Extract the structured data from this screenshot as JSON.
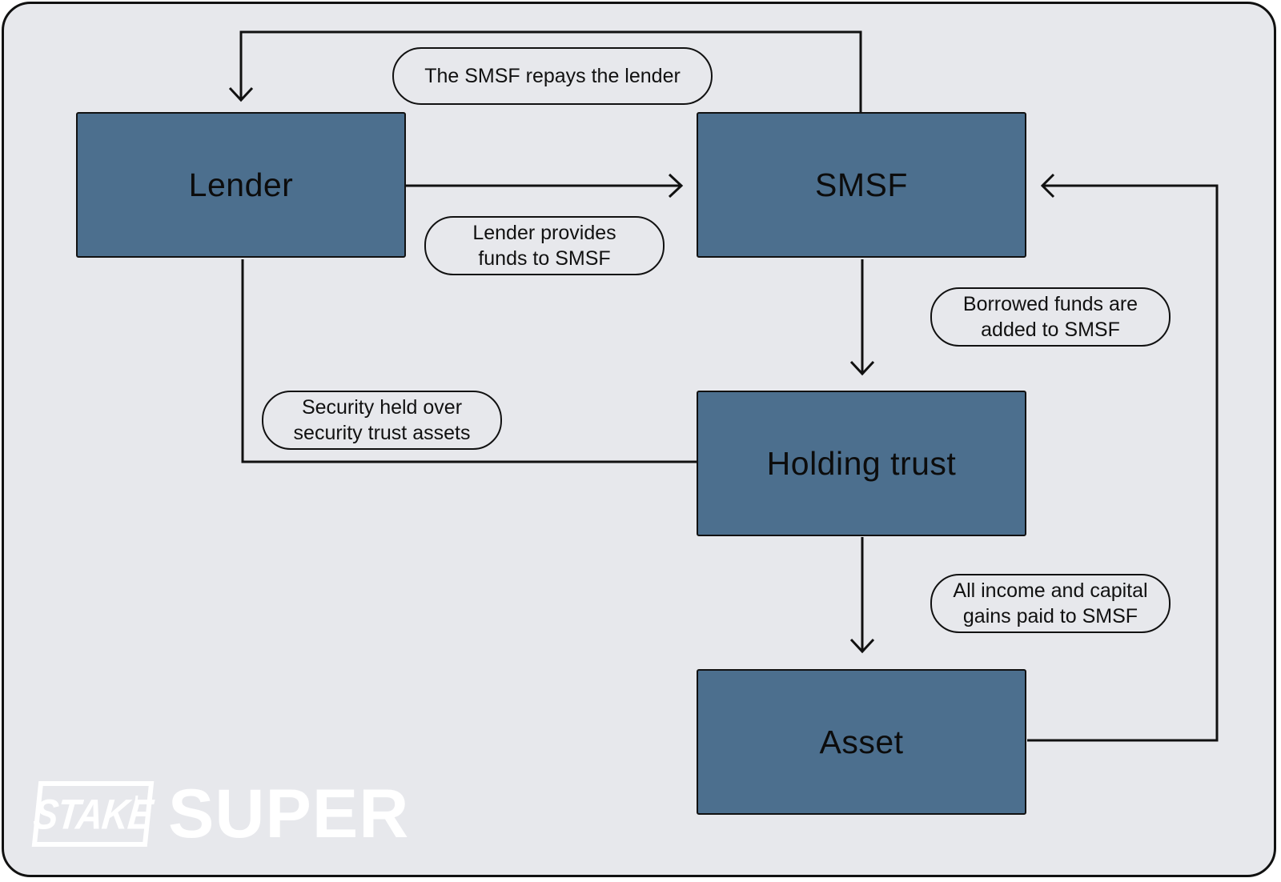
{
  "colors": {
    "background": "#e7e8ec",
    "node_fill": "#4c6f8e",
    "stroke": "#111111",
    "logo": "#ffffff"
  },
  "nodes": {
    "lender": "Lender",
    "smsf": "SMSF",
    "holding_trust": "Holding trust",
    "asset": "Asset"
  },
  "labels": {
    "repays": "The SMSF repays the lender",
    "provides_line1": "Lender provides",
    "provides_line2": "funds to SMSF",
    "borrowed_line1": "Borrowed funds are",
    "borrowed_line2": "added to SMSF",
    "security_line1": "Security held over",
    "security_line2": "security trust assets",
    "income_line1": "All income and capital",
    "income_line2": "gains paid to SMSF"
  },
  "logo": {
    "badge_text": "STAKE",
    "word": "SUPER"
  }
}
